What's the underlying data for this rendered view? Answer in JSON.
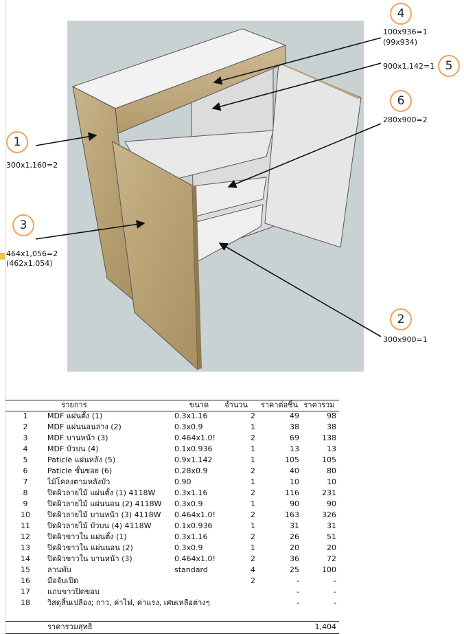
{
  "callouts": {
    "c1": {
      "number": "1",
      "dim": "300x1,160=2"
    },
    "c2": {
      "number": "2",
      "dim": "300x900=1"
    },
    "c3": {
      "number": "3",
      "dim": "464x1,056=2",
      "dim2": "(462x1,054)"
    },
    "c4": {
      "number": "4",
      "dim": "100x936=1",
      "dim2": "(99x934)"
    },
    "c5": {
      "number": "5",
      "dim": "900x1,142=1"
    },
    "c6": {
      "number": "6",
      "dim": "280x900=2"
    }
  },
  "table": {
    "headers": {
      "item": "รายการ",
      "size": "ขนาด",
      "qty": "จำนวน",
      "unit_price": "ราคาต่อชิ้น",
      "total": "ราคารวม"
    },
    "rows": [
      {
        "no": "1",
        "item": "MDF แผ่นตั้ง (1)",
        "size": "0.3x1.16",
        "qty": "2",
        "unit_price": "49",
        "total": "98"
      },
      {
        "no": "2",
        "item": "MDF แผ่นนอนล่าง (2)",
        "size": "0.3x0.9",
        "qty": "1",
        "unit_price": "38",
        "total": "38"
      },
      {
        "no": "3",
        "item": "MDF บานหน้า (3)",
        "size": "0.464x1.0!",
        "qty": "2",
        "unit_price": "69",
        "total": "138"
      },
      {
        "no": "4",
        "item": "MDF บัวบน (4)",
        "size": "0.1x0.936",
        "qty": "1",
        "unit_price": "13",
        "total": "13"
      },
      {
        "no": "5",
        "item": "Paticle แผ่นหลัง (5)",
        "size": "0.9x1.142",
        "qty": "1",
        "unit_price": "105",
        "total": "105"
      },
      {
        "no": "6",
        "item": "Paticle ชั้นซอย (6)",
        "size": "0.28x0.9",
        "qty": "2",
        "unit_price": "40",
        "total": "80"
      },
      {
        "no": "7",
        "item": "ไม้โคลงตามหลังบัว",
        "size": "0.90",
        "qty": "1",
        "unit_price": "10",
        "total": "10"
      },
      {
        "no": "8",
        "item": "ปิดผิวลายไม้ แผ่นตั้ง (1) 4118W",
        "size": "0.3x1.16",
        "qty": "2",
        "unit_price": "116",
        "total": "231"
      },
      {
        "no": "9",
        "item": "ปิดผิวลายไม้ แผ่นนอน (2) 4118W",
        "size": "0.3x0.9",
        "qty": "1",
        "unit_price": "90",
        "total": "90"
      },
      {
        "no": "10",
        "item": "ปิดผิวลายไม้ บานหน้า (3) 4118W",
        "size": "0.464x1.0!",
        "qty": "2",
        "unit_price": "163",
        "total": "326"
      },
      {
        "no": "11",
        "item": "ปิดผิวลายไม้ บัวบน (4) 4118W",
        "size": "0.1x0.936",
        "qty": "1",
        "unit_price": "31",
        "total": "31"
      },
      {
        "no": "12",
        "item": "ปิดผิวขาวใน แผ่นตั้ง (1)",
        "size": "0.3x1.16",
        "qty": "2",
        "unit_price": "26",
        "total": "51"
      },
      {
        "no": "13",
        "item": "ปิดผิวขาวใน แผ่นนอน (2)",
        "size": "0.3x0.9",
        "qty": "1",
        "unit_price": "20",
        "total": "20"
      },
      {
        "no": "14",
        "item": "ปิดผิวขาวใน บานหน้า (3)",
        "size": "0.464x1.0!",
        "qty": "2",
        "unit_price": "36",
        "total": "72"
      },
      {
        "no": "15",
        "item": "ลานพับ",
        "size": "standard",
        "qty": "4",
        "unit_price": "25",
        "total": "100"
      },
      {
        "no": "16",
        "item": "มือจับเปิด",
        "size": "",
        "qty": "2",
        "unit_price": "-",
        "total": "-"
      },
      {
        "no": "17",
        "item": "แถบขาวปิดขอบ",
        "size": "",
        "qty": "",
        "unit_price": "-",
        "total": "-"
      },
      {
        "no": "18",
        "item": "วิสดุสิ้นเปลือง; กาว, ค่าไฟ, ค่าแรง, เศษเหลือต่างๆ",
        "size": "",
        "qty": "",
        "unit_price": "-",
        "total": "-"
      }
    ],
    "grand_total_label": "ราคารวมสุทธิ",
    "grand_total": "1,404"
  }
}
